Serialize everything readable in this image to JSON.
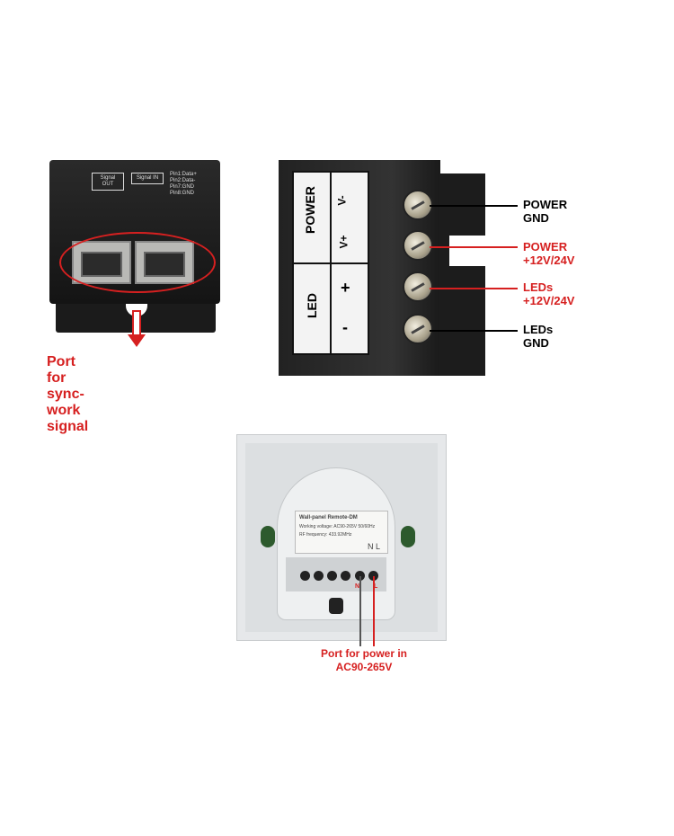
{
  "sync_port": {
    "silkscreen": {
      "jack_out": "Signal OUT",
      "jack_in": "Signal IN",
      "pins": [
        "Pin1:Data+",
        "Pin2:Data-",
        "Pin7:GND",
        "Pin8:GND"
      ]
    },
    "caption": "Port for sync-work signal"
  },
  "terminal": {
    "panel": {
      "power": "POWER",
      "led": "LED",
      "vminus": "V-",
      "vplus": "V+",
      "plus": "+",
      "minus": "-"
    },
    "labels": [
      {
        "text": "POWER GND",
        "color": "#000000"
      },
      {
        "text": "POWER +12V/24V",
        "color": "#d62020"
      },
      {
        "text": "LEDs +12V/24V",
        "color": "#d62020"
      },
      {
        "text": "LEDs GND",
        "color": "#000000"
      }
    ]
  },
  "wall_panel": {
    "sticker": {
      "title": "Wall-panel Remote-DM",
      "line1": "Working voltage: AC90-265V 50/60Hz",
      "line2": "RF frequency: 433.92MHz"
    },
    "nl": "N L",
    "n": "N",
    "l": "L",
    "caption1": "Port for power in",
    "caption2": "AC90-265V"
  },
  "colors": {
    "accent": "#d62020"
  }
}
